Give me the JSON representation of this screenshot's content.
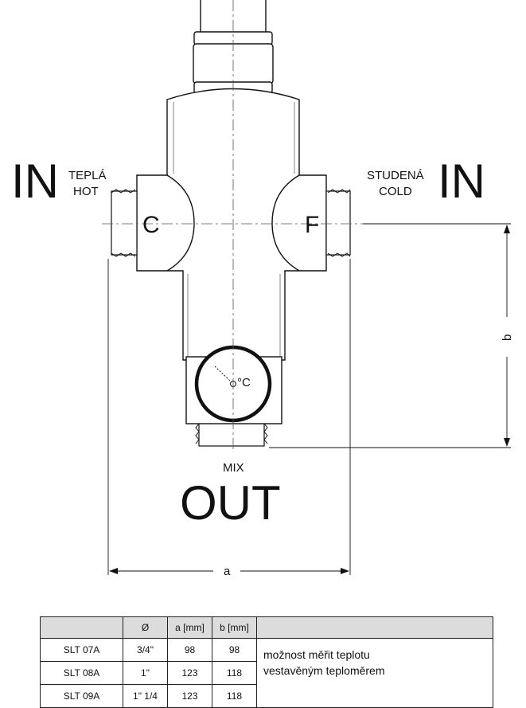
{
  "labels": {
    "in_left": "IN",
    "hot_cz": "TEPLÁ",
    "hot_en": "HOT",
    "in_right": "IN",
    "cold_cz": "STUDENÁ",
    "cold_en": "COLD",
    "port_hot": "C",
    "port_cold": "F",
    "thermo": "°C",
    "mix": "MIX",
    "out": "OUT",
    "dim_a": "a",
    "dim_b": "b"
  },
  "table": {
    "headers": [
      "",
      "Ø",
      "a [mm]",
      "b [mm]",
      ""
    ],
    "rows": [
      [
        "SLT 07A",
        "3/4\"",
        "98",
        "98"
      ],
      [
        "SLT 08A",
        "1\"",
        "123",
        "118"
      ],
      [
        "SLT 09A",
        "1\" 1/4",
        "123",
        "118"
      ]
    ],
    "note_line1": "možnost měřit teplotu",
    "note_line2": "vestavěným teploměrem"
  }
}
